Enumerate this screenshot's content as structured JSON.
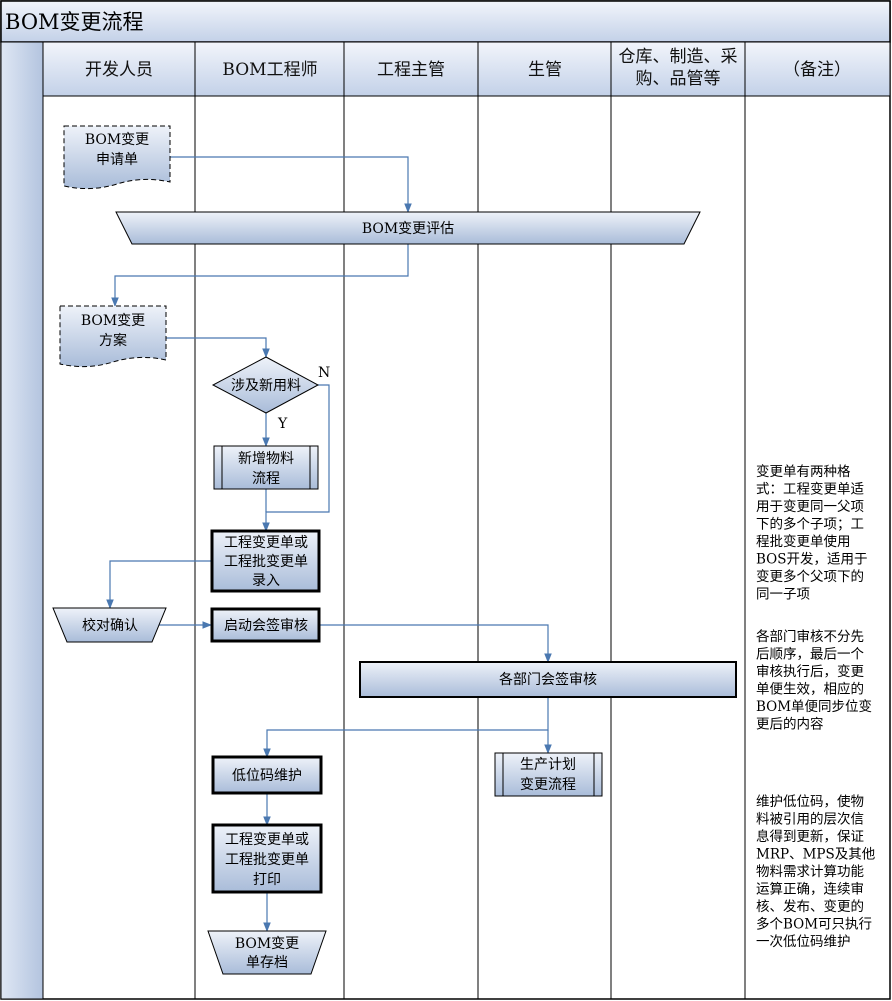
{
  "title": "BOM变更流程",
  "lanes": [
    "开发人员",
    "BOM工程师",
    "工程主管",
    "生管",
    "仓库、制造、采购、品管等",
    "（备注）"
  ],
  "lane_header_lines": {
    "l0": [
      "开发人员"
    ],
    "l1": [
      "BOM工程师"
    ],
    "l2": [
      "工程主管"
    ],
    "l3": [
      "生管"
    ],
    "l4": [
      "仓库、制造、采",
      "购、品管等"
    ],
    "l5": [
      "（备注）"
    ]
  },
  "nodes": {
    "change_request": [
      "BOM变更",
      "申请单"
    ],
    "change_eval": [
      "BOM变更评估"
    ],
    "change_plan": [
      "BOM变更",
      "方案"
    ],
    "new_material": [
      "涉及新用料"
    ],
    "new_item_flow": [
      "新增物料",
      "流程"
    ],
    "order_entry": [
      "工程变更单或",
      "工程批变更单",
      "录入"
    ],
    "verify": [
      "校对确认"
    ],
    "start_review": [
      "启动会签审核"
    ],
    "dept_review": [
      "各部门会签审核"
    ],
    "prod_plan_flow": [
      "生产计划",
      "变更流程"
    ],
    "low_level_code": [
      "低位码维护"
    ],
    "order_print": [
      "工程变更单或",
      "工程批变更单",
      "打印"
    ],
    "archive": [
      "BOM变更",
      "单存档"
    ]
  },
  "branch_labels": {
    "no": "N",
    "yes": "Y"
  },
  "notes": {
    "note1": [
      "变更单有两种格",
      "式：工程变更单适",
      "用于变更同一父项",
      "下的多个子项；工",
      "程批变更单使用",
      "BOS开发，适用于",
      "变更多个父项下的",
      "同一子项"
    ],
    "note2": [
      "各部门审核不分先",
      "后顺序，最后一个",
      "审核执行后，变更",
      "单便生效，相应的",
      "BOM单便同步位变",
      "更后的内容"
    ],
    "note3": [
      "维护低位码，使物",
      "料被引用的层次信",
      "息得到更新，保证",
      "MRP、MPS及其他",
      "物料需求计算功能",
      "运算正确，连续审",
      "核、发布、变更的",
      "多个BOM可只执行",
      "一次低位码维护"
    ]
  },
  "colors": {
    "fill_top": "#eef2f9",
    "fill_bottom": "#a9bcd9",
    "line": "#4a78b0",
    "border": "#000000"
  }
}
